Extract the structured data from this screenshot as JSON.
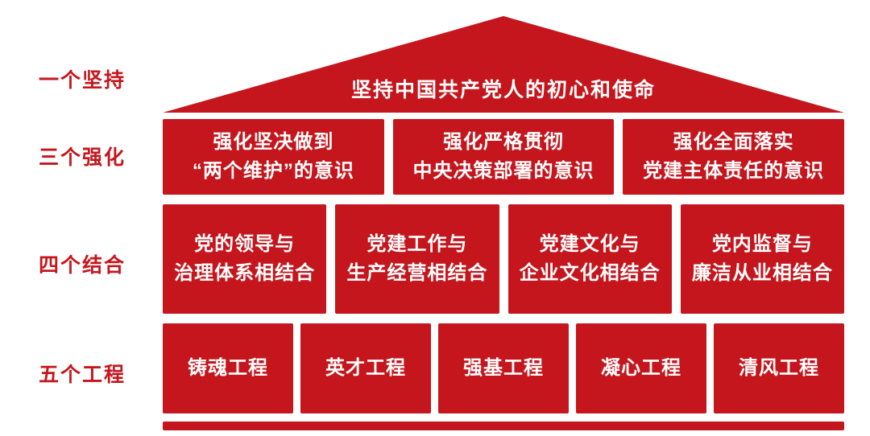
{
  "colors": {
    "primary_red": "#c5161d",
    "background": "#ffffff",
    "text_on_red": "#ffffff"
  },
  "side_labels": [
    {
      "text": "一个坚持"
    },
    {
      "text": "三个强化"
    },
    {
      "text": "四个结合"
    },
    {
      "text": "五个工程"
    }
  ],
  "roof": {
    "text": "坚持中国共产党人的初心和使命"
  },
  "rows": {
    "strengthen": {
      "label": "三个强化",
      "items": [
        {
          "line1": "强化坚决做到",
          "line2": "“两个维护”的意识"
        },
        {
          "line1": "强化严格贯彻",
          "line2": "中央决策部署的意识"
        },
        {
          "line1": "强化全面落实",
          "line2": "党建主体责任的意识"
        }
      ]
    },
    "combine": {
      "label": "四个结合",
      "items": [
        {
          "line1": "党的领导与",
          "line2": "治理体系相结合"
        },
        {
          "line1": "党建工作与",
          "line2": "生产经营相结合"
        },
        {
          "line1": "党建文化与",
          "line2": "企业文化相结合"
        },
        {
          "line1": "党内监督与",
          "line2": "廉洁从业相结合"
        }
      ]
    },
    "projects": {
      "label": "五个工程",
      "items": [
        {
          "text": "铸魂工程"
        },
        {
          "text": "英才工程"
        },
        {
          "text": "强基工程"
        },
        {
          "text": "凝心工程"
        },
        {
          "text": "清风工程"
        }
      ]
    }
  }
}
